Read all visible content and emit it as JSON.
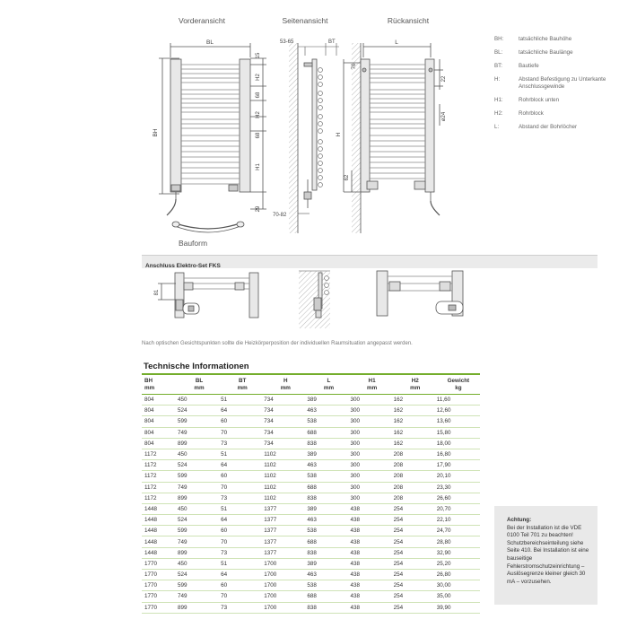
{
  "views": {
    "front": "Vorderansicht",
    "side": "Seitenansicht",
    "back": "Rückansicht",
    "form": "Bauform"
  },
  "dims": {
    "bl": "BL",
    "bh": "BH",
    "l": "L",
    "h": "H",
    "h1": "H1",
    "h2a": "H2",
    "h2b": "H2",
    "d68a": "68",
    "d68b": "68",
    "d15": "15",
    "d29": "29",
    "d5365": "53-65",
    "bt": "BT",
    "d7082": "70-82",
    "d76": "76",
    "d22": "22",
    "d24": "ø24",
    "d62": "62",
    "d81": "81"
  },
  "legend": [
    {
      "key": "BH:",
      "value": "tatsächliche Bauhöhe"
    },
    {
      "key": "BL:",
      "value": "tatsächliche Baulänge"
    },
    {
      "key": "BT:",
      "value": "Bautiefe"
    },
    {
      "key": "H:",
      "value": "Abstand Befestigung zu Unterkante Anschlussgewinde"
    },
    {
      "key": "H1:",
      "value": "Rohrblock unten"
    },
    {
      "key": "H2:",
      "value": "Rohrblock"
    },
    {
      "key": "L:",
      "value": "Abstand der Bohrlöcher"
    }
  ],
  "section_title": "Anschluss Elektro-Set FKS",
  "note": "Nach optischen Gesichtspunkten sollte die Heizkörperposition der individuellen Raumsituation angepasst werden.",
  "tech_title": "Technische Informationen",
  "table": {
    "headers": [
      {
        "name": "BH",
        "unit": "mm"
      },
      {
        "name": "BL",
        "unit": "mm"
      },
      {
        "name": "BT",
        "unit": "mm"
      },
      {
        "name": "H",
        "unit": "mm"
      },
      {
        "name": "L",
        "unit": "mm"
      },
      {
        "name": "H1",
        "unit": "mm"
      },
      {
        "name": "H2",
        "unit": "mm"
      },
      {
        "name": "Gewicht",
        "unit": "kg"
      }
    ],
    "rows": [
      [
        "804",
        "450",
        "51",
        "734",
        "389",
        "300",
        "162",
        "11,60"
      ],
      [
        "804",
        "524",
        "64",
        "734",
        "463",
        "300",
        "162",
        "12,60"
      ],
      [
        "804",
        "599",
        "60",
        "734",
        "538",
        "300",
        "162",
        "13,60"
      ],
      [
        "804",
        "749",
        "70",
        "734",
        "688",
        "300",
        "162",
        "15,80"
      ],
      [
        "804",
        "899",
        "73",
        "734",
        "838",
        "300",
        "162",
        "18,00"
      ],
      [
        "1172",
        "450",
        "51",
        "1102",
        "389",
        "300",
        "208",
        "16,80"
      ],
      [
        "1172",
        "524",
        "64",
        "1102",
        "463",
        "300",
        "208",
        "17,90"
      ],
      [
        "1172",
        "599",
        "60",
        "1102",
        "538",
        "300",
        "208",
        "20,10"
      ],
      [
        "1172",
        "749",
        "70",
        "1102",
        "688",
        "300",
        "208",
        "23,30"
      ],
      [
        "1172",
        "899",
        "73",
        "1102",
        "838",
        "300",
        "208",
        "26,60"
      ],
      [
        "1448",
        "450",
        "51",
        "1377",
        "389",
        "438",
        "254",
        "20,70"
      ],
      [
        "1448",
        "524",
        "64",
        "1377",
        "463",
        "438",
        "254",
        "22,10"
      ],
      [
        "1448",
        "599",
        "60",
        "1377",
        "538",
        "438",
        "254",
        "24,70"
      ],
      [
        "1448",
        "749",
        "70",
        "1377",
        "688",
        "438",
        "254",
        "28,80"
      ],
      [
        "1448",
        "899",
        "73",
        "1377",
        "838",
        "438",
        "254",
        "32,90"
      ],
      [
        "1770",
        "450",
        "51",
        "1700",
        "389",
        "438",
        "254",
        "25,20"
      ],
      [
        "1770",
        "524",
        "64",
        "1700",
        "463",
        "438",
        "254",
        "26,80"
      ],
      [
        "1770",
        "599",
        "60",
        "1700",
        "538",
        "438",
        "254",
        "30,00"
      ],
      [
        "1770",
        "749",
        "70",
        "1700",
        "688",
        "438",
        "254",
        "35,00"
      ],
      [
        "1770",
        "899",
        "73",
        "1700",
        "838",
        "438",
        "254",
        "39,90"
      ]
    ]
  },
  "attention": {
    "title": "Achtung:",
    "text": "Bei der Installation ist die VDE 0100 Teil 701 zu beachten! Schutzbereichseinteilung siehe Seite 410. Bei Installation ist eine bauseitige Fehlerstromschutzeinrichtung – Auslösegrenze kleiner gleich 30 mA – vorzusehen."
  }
}
